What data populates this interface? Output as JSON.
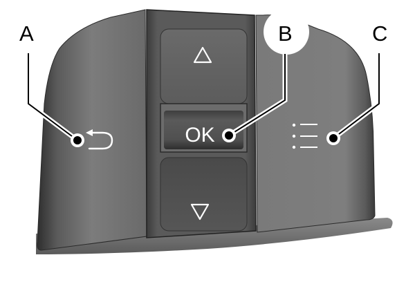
{
  "diagram": {
    "subject": "Steering wheel control switch pad",
    "colors": {
      "background": "#ffffff",
      "housing_dark": "#3a3a3a",
      "housing_mid": "#6e6e6e",
      "housing_light": "#8a8a8a",
      "button_face": "#575757",
      "ok_button_face": "#4a4a4a",
      "icon_white": "#ffffff",
      "callout_line": "#000000"
    },
    "callouts": [
      {
        "label": "A",
        "target": "back-button",
        "icon": "back-arrow-icon"
      },
      {
        "label": "B",
        "target": "ok-button",
        "icon": "ok-text"
      },
      {
        "label": "C",
        "target": "menu-button",
        "icon": "list-menu-icon"
      }
    ],
    "buttons": {
      "back": {
        "icon": "back-arrow-icon"
      },
      "up": {
        "icon": "triangle-up-icon"
      },
      "ok": {
        "text": "OK"
      },
      "down": {
        "icon": "triangle-down-icon"
      },
      "menu": {
        "icon": "list-menu-icon"
      }
    }
  }
}
